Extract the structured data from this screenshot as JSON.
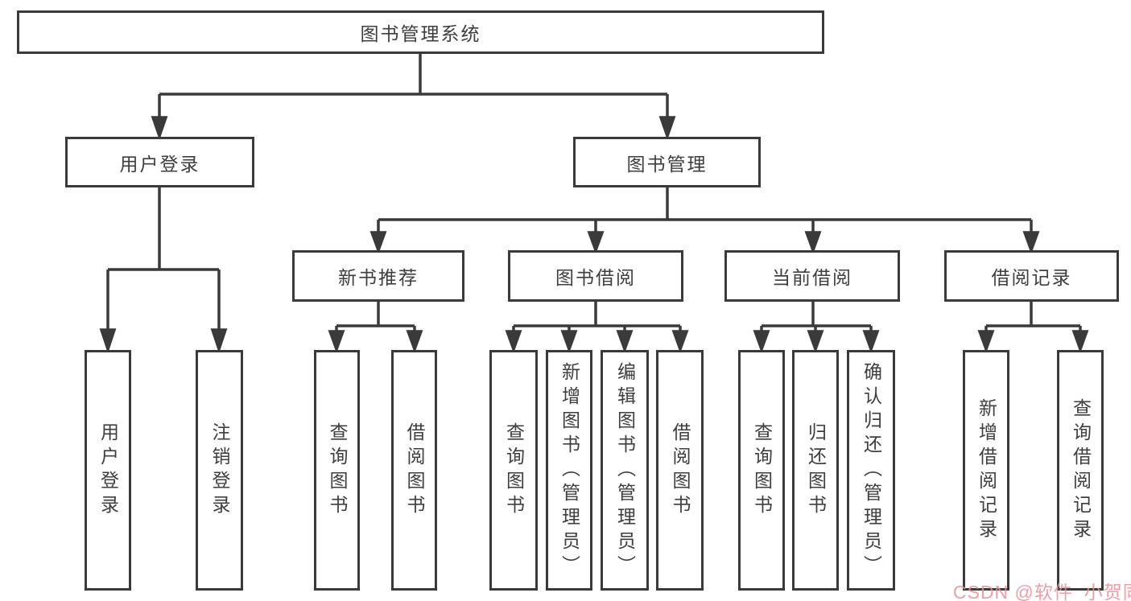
{
  "diagram": {
    "root": {
      "label": "图书管理系统"
    },
    "level2": [
      {
        "label": "用户登录"
      },
      {
        "label": "图书管理"
      }
    ],
    "level3": [
      {
        "label": "新书推荐"
      },
      {
        "label": "图书借阅"
      },
      {
        "label": "当前借阅"
      },
      {
        "label": "借阅记录"
      }
    ],
    "leaves": {
      "user_login": [
        {
          "label": "用户登录"
        },
        {
          "label": "注销登录"
        }
      ],
      "new_book": [
        {
          "label": "查询图书"
        },
        {
          "label": "借阅图书"
        }
      ],
      "book_borrow": [
        {
          "label": "查询图书"
        },
        {
          "label": "新增图书（管理员）"
        },
        {
          "label": "编辑图书（管理员）"
        },
        {
          "label": "借阅图书"
        }
      ],
      "current_borrow": [
        {
          "label": "查询图书"
        },
        {
          "label": "归还图书"
        },
        {
          "label": "确认归还（管理员）"
        }
      ],
      "borrow_records": [
        {
          "label": "新增借阅记录"
        },
        {
          "label": "查询借阅记录"
        }
      ]
    },
    "watermark": "CSDN @软件_小贺同学",
    "colors": {
      "line": "#3a3a3a",
      "text": "#3e3e3e",
      "watermark": "#ee8c98",
      "background": "#ffffff"
    }
  }
}
